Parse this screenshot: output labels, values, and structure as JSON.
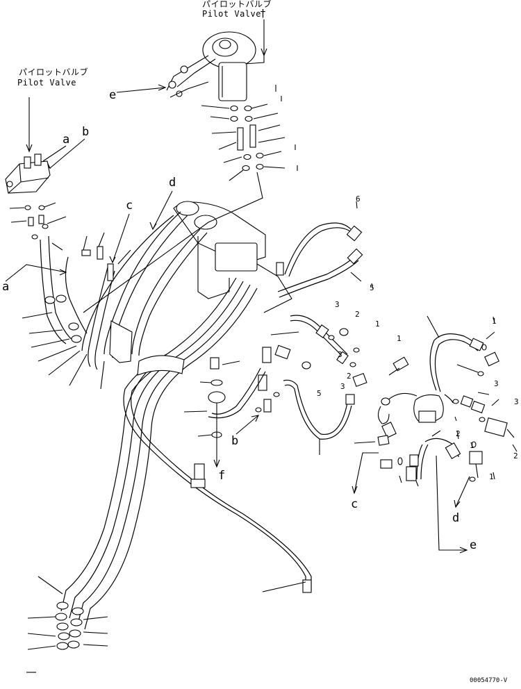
{
  "callouts": {
    "pilot_valve_top": {
      "jp": "パイロットバルブ",
      "en": "Pilot Valve",
      "mark": "†"
    },
    "pilot_valve_left": {
      "jp": "パイロットバルブ",
      "en": "Pilot Valve"
    }
  },
  "labels": {
    "a_upper": "a",
    "b_upper": "b",
    "a_left": "a",
    "c_upper": "c",
    "d_upper": "d",
    "e_upper": "e",
    "b_lower": "b",
    "f_lower": "f",
    "c_lower": "c",
    "d_lower": "d",
    "e_lower": "e"
  },
  "item_numbers": {
    "n1": "6",
    "n2": "5",
    "n3": "3",
    "n4": "2",
    "n5": "1",
    "n6": "1",
    "n7": "3",
    "n8": "5",
    "n9": "1",
    "n10": "3",
    "n11": "2",
    "n12": "1",
    "n13": "3",
    "n14": "2",
    "n15": "3",
    "n16": "2",
    "n17": "1"
  },
  "drawing_ref": "00054770-V"
}
